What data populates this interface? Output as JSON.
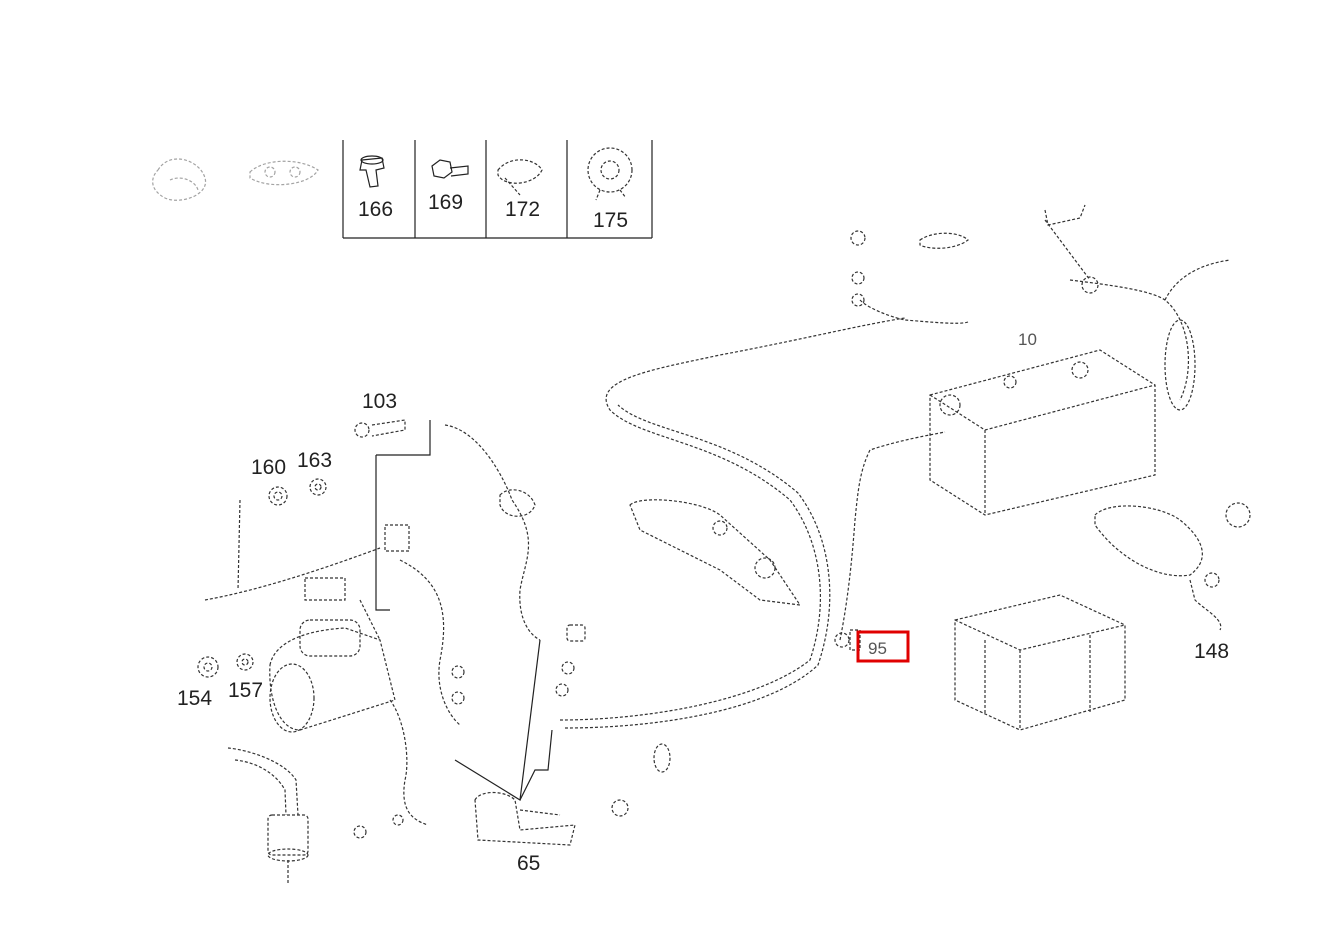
{
  "labels": {
    "p166": "166",
    "p169": "169",
    "p172": "172",
    "p175": "175",
    "p103": "103",
    "p160": "160",
    "p163": "163",
    "p154": "154",
    "p157": "157",
    "p148": "148",
    "p65": "65",
    "p10": "10",
    "p95": "95"
  },
  "highlight_color": "#e00000"
}
